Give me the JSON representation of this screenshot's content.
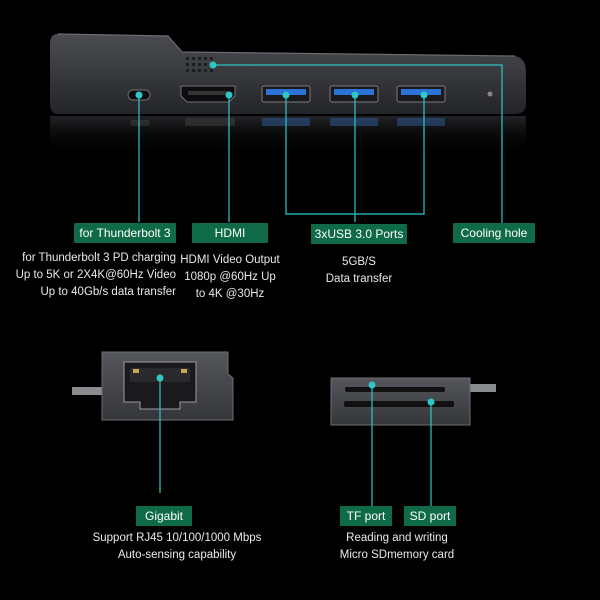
{
  "hub": {
    "cooling_label": "Cooling hole",
    "thunderbolt_label": "for Thunderbolt 3",
    "thunderbolt_desc": [
      "for  Thunderbolt 3 PD charging",
      "Up to 5K or 2X4K@60Hz Video",
      "Up to 40Gb/s data transfer"
    ],
    "hdmi_label": "HDMI",
    "hdmi_desc": [
      "HDMI Video Output",
      "1080p @60Hz Up",
      "to 4K @30Hz"
    ],
    "usb_label": "3xUSB 3.0 Ports",
    "usb_desc": [
      "5GB/S",
      "Data transfer"
    ]
  },
  "ethernet": {
    "label": "Gigabit",
    "desc": [
      "Support RJ45 10/100/1000 Mbps",
      "Auto-sensing capability"
    ]
  },
  "card_reader": {
    "tf_label": "TF port",
    "sd_label": "SD port",
    "desc": [
      "Reading and writing",
      "Micro SDmemory card"
    ]
  },
  "colors": {
    "accent_green": "#0f6b47",
    "callout_line": "#2fc6c8",
    "hub_body": "#3d3f44",
    "text": "#e9e9e9"
  }
}
